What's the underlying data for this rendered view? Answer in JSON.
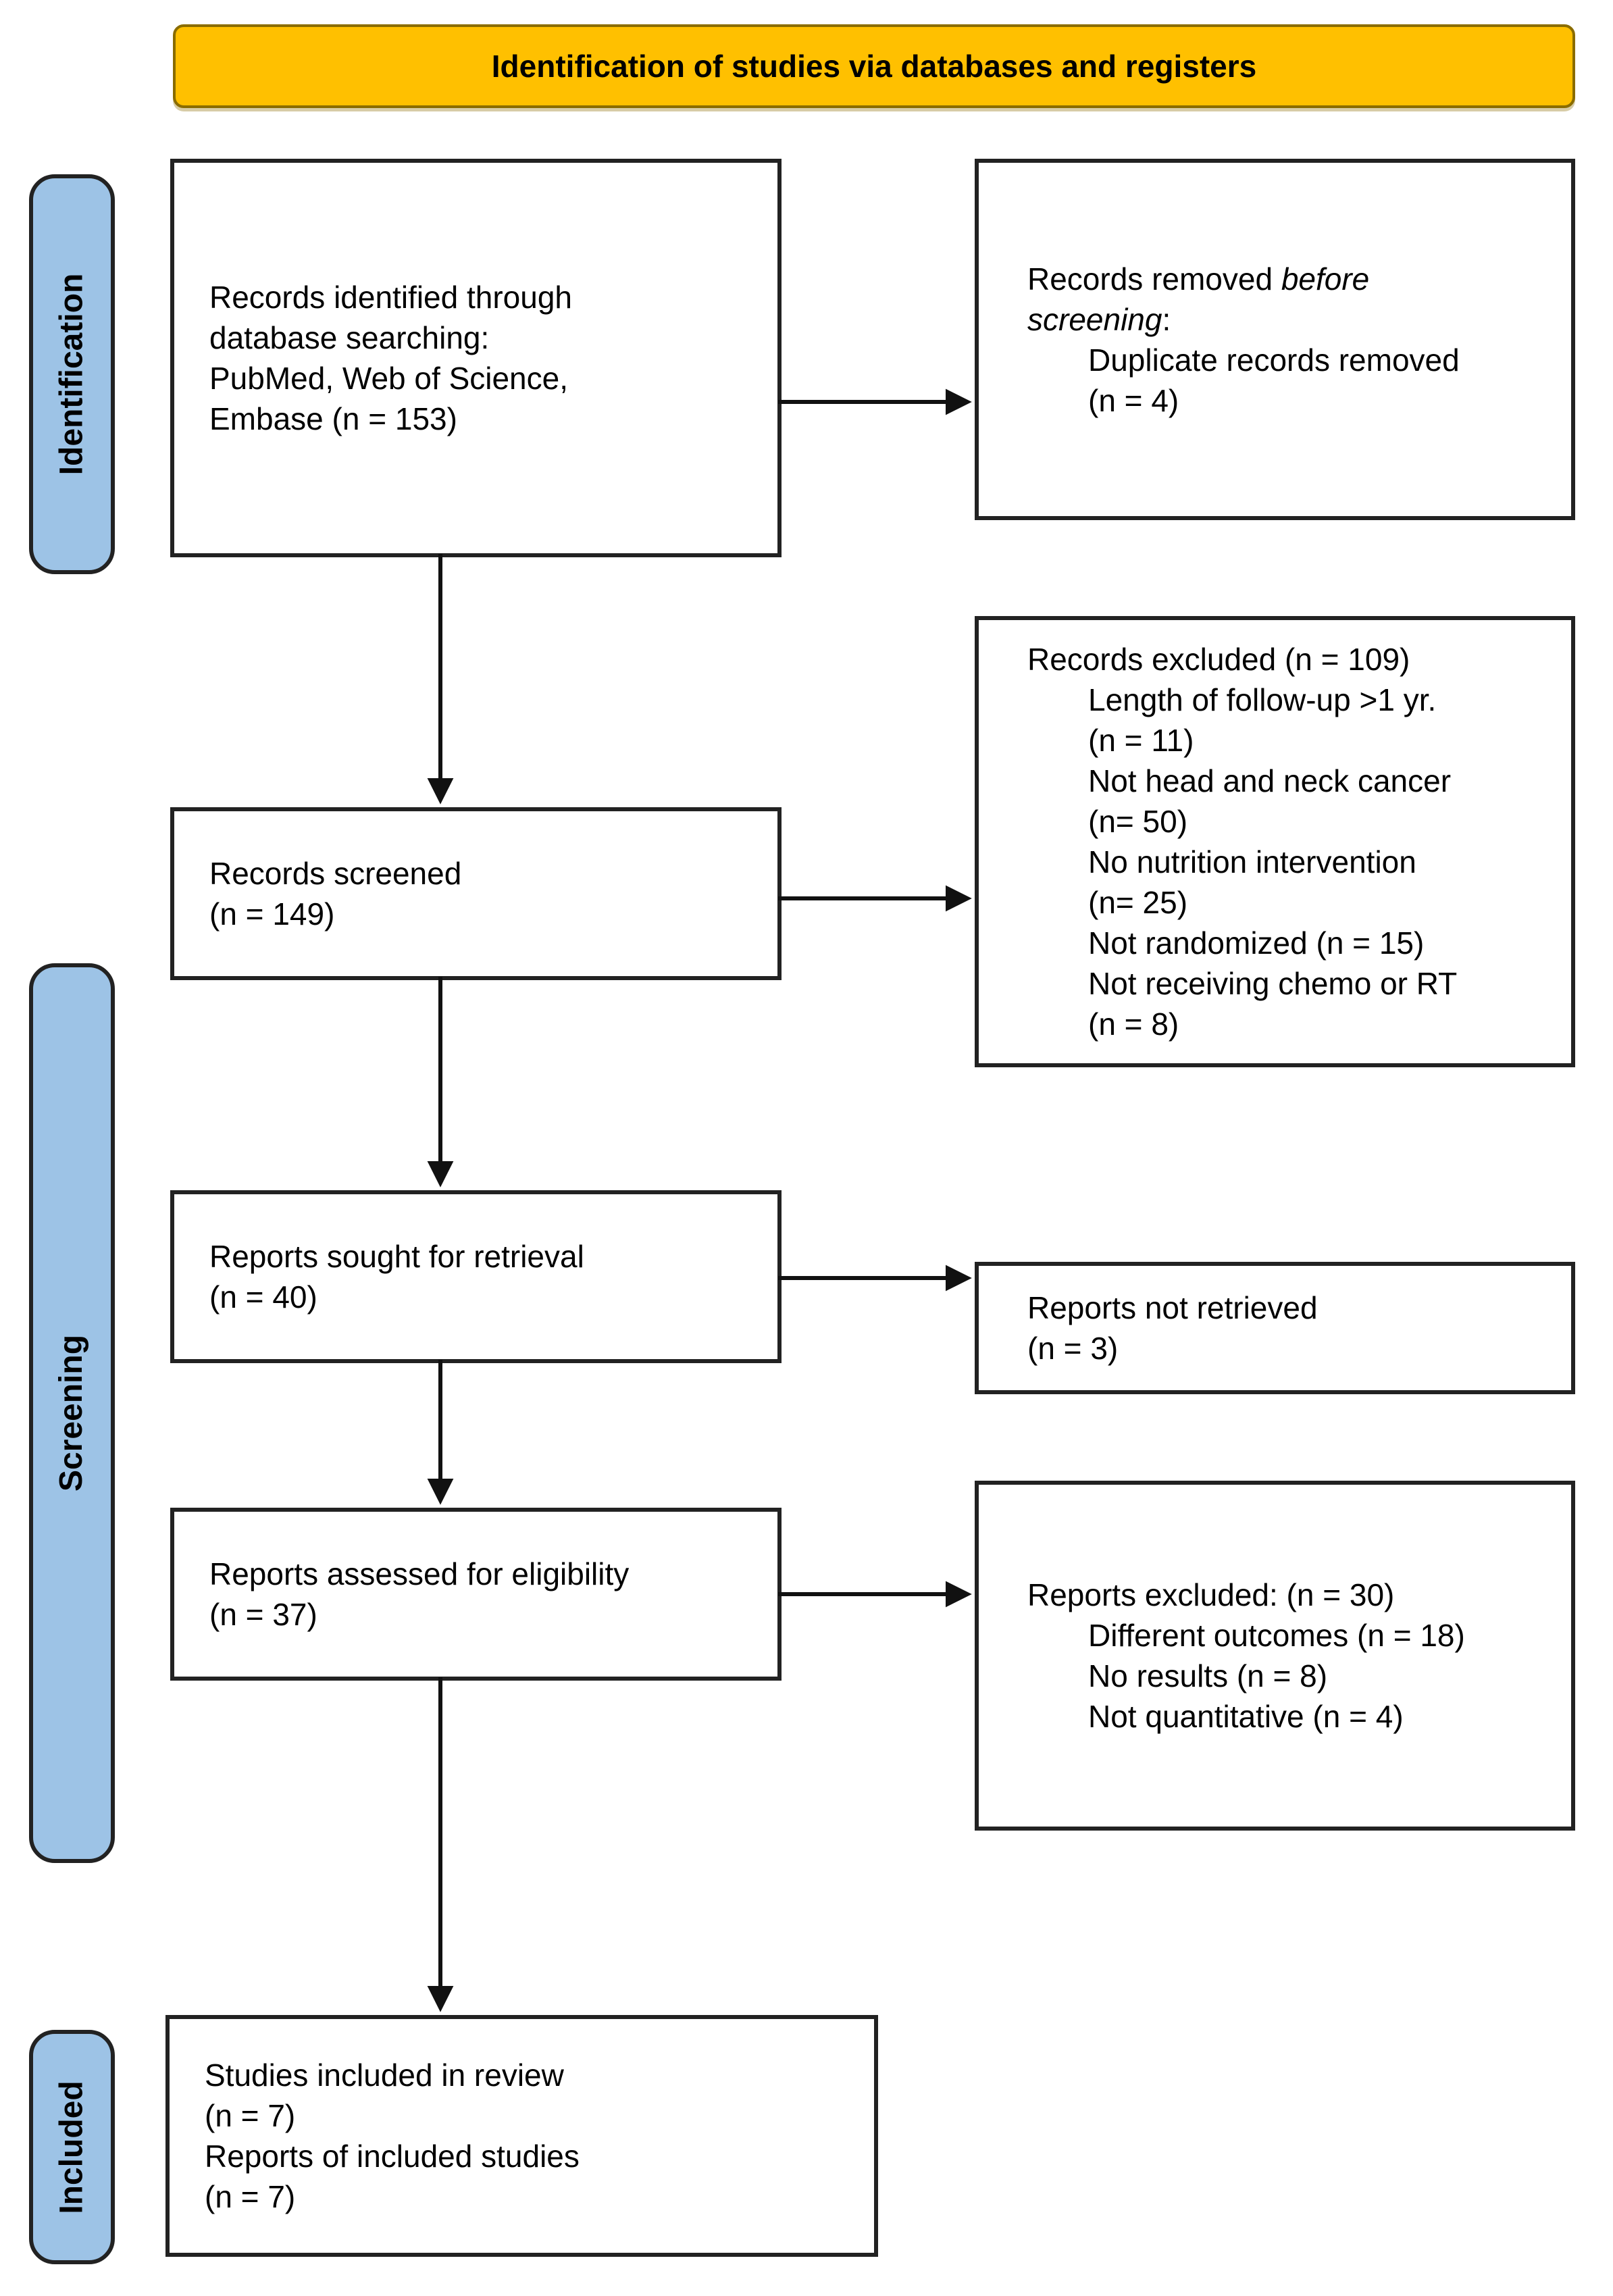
{
  "banner": {
    "label": "Identification of studies via databases and registers",
    "bg_color": "#FFC000"
  },
  "stages": [
    {
      "label": "Identification"
    },
    {
      "label": "Screening"
    },
    {
      "label": "Included"
    }
  ],
  "stage_color": "#9DC3E6",
  "box_border_color": "#222222",
  "boxes": {
    "identified": {
      "text": "Records identified through\ndatabase searching:\nPubMed, Web of Science,\nEmbase (n = 153)"
    },
    "screened": {
      "text": "Records screened\n(n = 149)"
    },
    "sought": {
      "text": "Reports sought for retrieval\n(n = 40)"
    },
    "assessed": {
      "text": "Reports assessed for eligibility\n(n = 37)"
    },
    "included": {
      "text": "Studies included in review\n(n = 7)\nReports of included studies\n(n = 7)"
    },
    "removed_before": {
      "lead": "Records removed ",
      "italic_line1": "before",
      "italic_line2": "screening",
      "colon": ":",
      "sub": "Duplicate records removed\n(n = 4)"
    },
    "records_excluded": {
      "head": "Records excluded (n = 109)",
      "sub": "Length of follow-up >1 yr.\n(n = 11)\nNot head and neck cancer\n(n= 50)\nNo nutrition intervention\n(n= 25)\nNot randomized (n = 15)\nNot receiving chemo or RT\n(n = 8)"
    },
    "not_retrieved": {
      "text": "Reports not retrieved\n(n = 3)"
    },
    "reports_excluded": {
      "head": "Reports excluded: (n = 30)",
      "sub": "Different outcomes (n = 18)\nNo results (n = 8)\nNot quantitative (n = 4)"
    }
  }
}
